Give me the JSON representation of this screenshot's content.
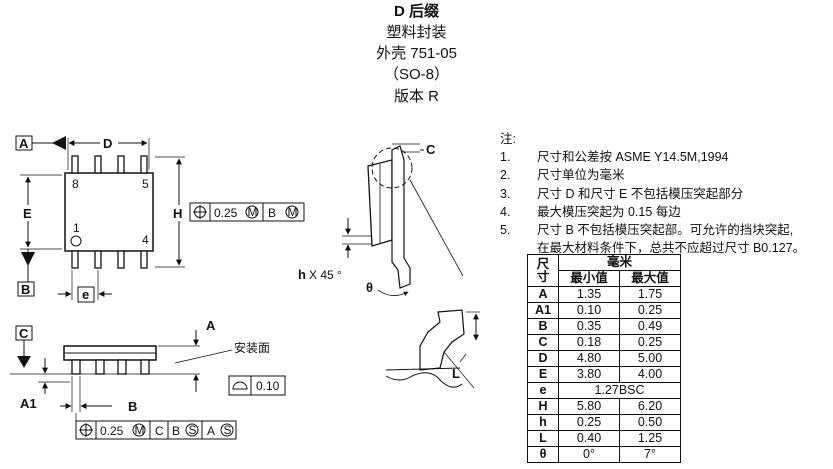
{
  "header": {
    "suffix": "D 后缀",
    "package": "塑料封装",
    "case": "外壳 751-05",
    "outline": "（SO-8）",
    "version": "版本 R"
  },
  "drawing": {
    "datum_a": "A",
    "datum_b": "B",
    "datum_c": "C",
    "dim_d": "D",
    "dim_e": "E",
    "dim_h": "H",
    "dim_e_small": "e",
    "dim_a1": "A1",
    "dim_b": "B",
    "dim_a": "A",
    "dim_c": "C",
    "dim_h_small": "h",
    "dim_x45": "X 45 °",
    "dim_theta": "θ",
    "dim_l": "L",
    "pin_8": "8",
    "pin_5": "5",
    "pin_1": "1",
    "pin_4": "4",
    "seating_plane": "安装面",
    "fcf1": {
      "tol": "0.25",
      "mod": "M",
      "ref": "B",
      "refmod": "M"
    },
    "fcf2": {
      "tol": "0.25",
      "mod": "M",
      "r1": "C",
      "r2": "B",
      "r2mod": "S",
      "r3": "A",
      "r3mod": "S"
    },
    "flatness": {
      "value": "0.10"
    }
  },
  "notes": {
    "title": "注:",
    "items": [
      {
        "num": "1.",
        "text": "尺寸和公差按 ASME Y14.5M,1994"
      },
      {
        "num": "2.",
        "text": "尺寸单位为毫米"
      },
      {
        "num": "3.",
        "text": "尺寸 D 和尺寸 E 不包括模压突起部分"
      },
      {
        "num": "4.",
        "text": "最大模压突起为 0.15 每边"
      },
      {
        "num": "5.",
        "text": "尺寸 B 不包括模压突起部。可允许的挡块突起,"
      }
    ],
    "continuation": "在最大材料条件下，总共不应超过尺寸 B0.127。"
  },
  "table": {
    "sym_header": "尺\n寸",
    "unit_header": "毫米",
    "min_header": "最小值",
    "max_header": "最大值",
    "rows": [
      {
        "sym": "A",
        "min": "1.35",
        "max": "1.75"
      },
      {
        "sym": "A1",
        "min": "0.10",
        "max": "0.25"
      },
      {
        "sym": "B",
        "min": "0.35",
        "max": "0.49"
      },
      {
        "sym": "C",
        "min": "0.18",
        "max": "0.25"
      },
      {
        "sym": "D",
        "min": "4.80",
        "max": "5.00"
      },
      {
        "sym": "E",
        "min": "3.80",
        "max": "4.00"
      },
      {
        "sym": "e",
        "span": "1.27BSC"
      },
      {
        "sym": "H",
        "min": "5.80",
        "max": "6.20"
      },
      {
        "sym": "h",
        "min": "0.25",
        "max": "0.50"
      },
      {
        "sym": "L",
        "min": "0.40",
        "max": "1.25"
      },
      {
        "sym": "θ",
        "min": "0°",
        "max": "7°"
      }
    ]
  }
}
